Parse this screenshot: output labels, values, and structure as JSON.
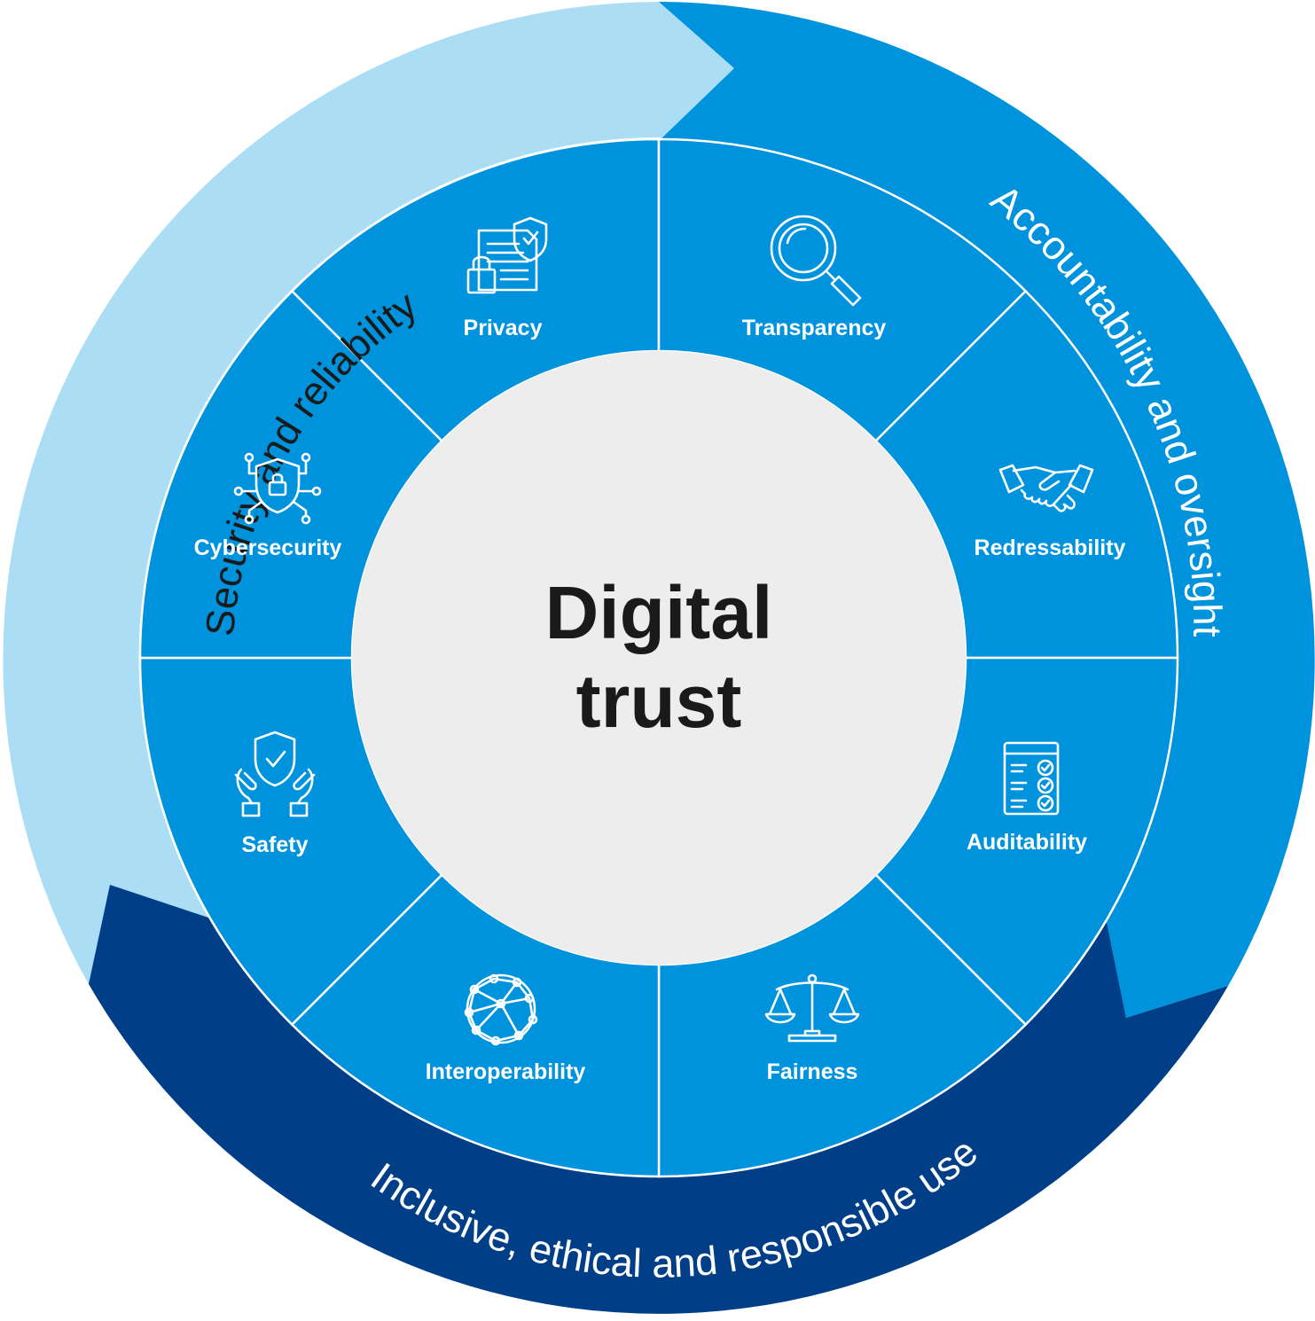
{
  "center": {
    "line1": "Digital",
    "line2": "trust"
  },
  "outer_ring": [
    {
      "label": "Security and reliability",
      "color": "#abddf5"
    },
    {
      "label": "Accountability and oversight",
      "color": "#0093dd"
    },
    {
      "label": "Inclusive, ethical and responsible use",
      "color": "#003f88"
    }
  ],
  "segments": [
    {
      "label": "Privacy",
      "icon": "document-lock-shield-icon"
    },
    {
      "label": "Transparency",
      "icon": "magnifying-glass-icon"
    },
    {
      "label": "Redressability",
      "icon": "handshake-icon"
    },
    {
      "label": "Auditability",
      "icon": "checklist-icon"
    },
    {
      "label": "Fairness",
      "icon": "scales-icon"
    },
    {
      "label": "Interoperability",
      "icon": "network-globe-icon"
    },
    {
      "label": "Safety",
      "icon": "hands-shield-icon"
    },
    {
      "label": "Cybersecurity",
      "icon": "circuit-shield-lock-icon"
    }
  ],
  "colors": {
    "segment_fill": "#0093dd",
    "divider": "#ffffff",
    "center_fill": "#ededed",
    "center_text": "#1a1a1a",
    "arc_text_light": "#1a1a1a",
    "arc_text_dark": "#ffffff"
  }
}
